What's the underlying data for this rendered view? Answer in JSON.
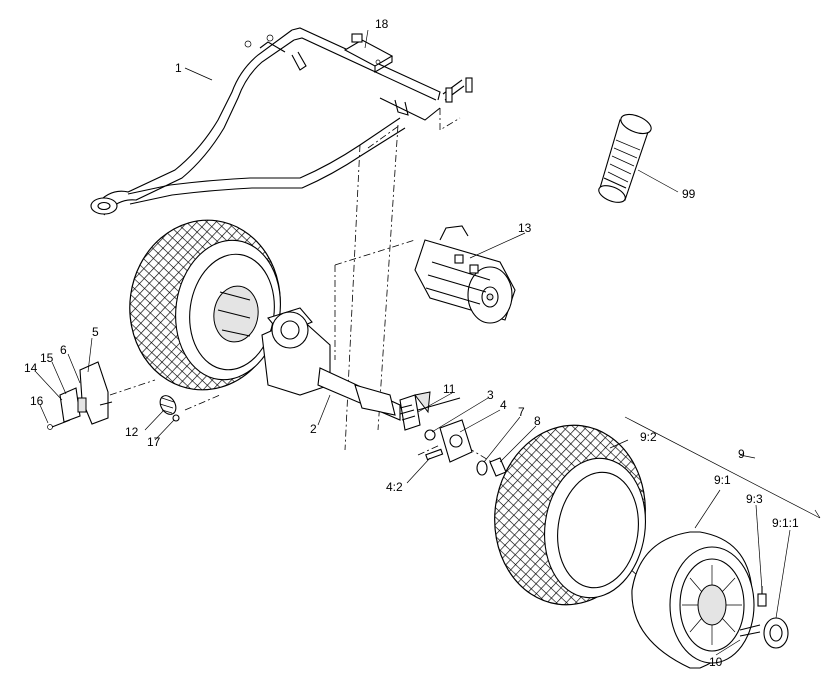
{
  "callouts": {
    "c1": "1",
    "c2": "2",
    "c3": "3",
    "c4": "4",
    "c4_2": "4:2",
    "c5": "5",
    "c6": "6",
    "c7": "7",
    "c8": "8",
    "c9": "9",
    "c9_1": "9:1",
    "c9_1_1": "9:1:1",
    "c9_2": "9:2",
    "c9_3": "9:3",
    "c10": "10",
    "c11": "11",
    "c12": "12",
    "c13": "13",
    "c14": "14",
    "c15": "15",
    "c16": "16",
    "c17": "17",
    "c18": "18",
    "c99": "99"
  }
}
